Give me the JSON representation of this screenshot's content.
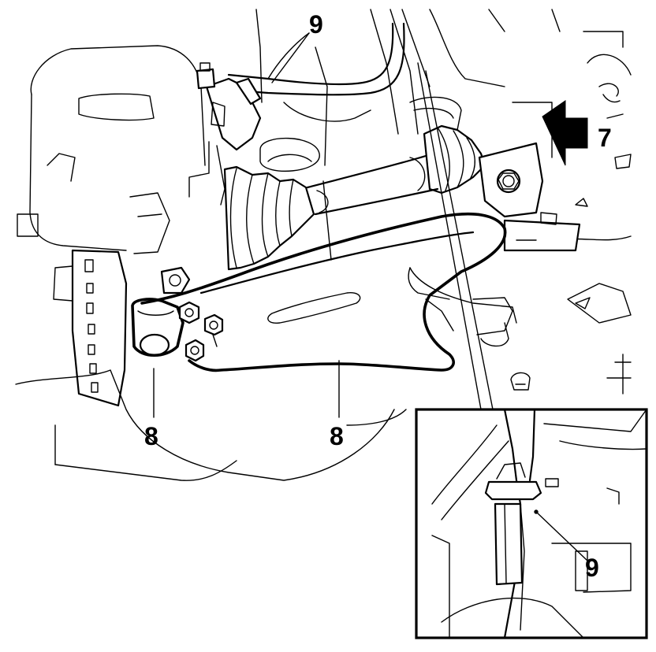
{
  "callouts": {
    "label_7": "7",
    "label_8_left": "8",
    "label_8_right": "8",
    "label_9_top": "9",
    "label_9_inset": "9"
  },
  "icons": {
    "direction_arrow": "arrow-right-icon"
  },
  "colors": {
    "line": "#000000",
    "background": "#ffffff"
  }
}
